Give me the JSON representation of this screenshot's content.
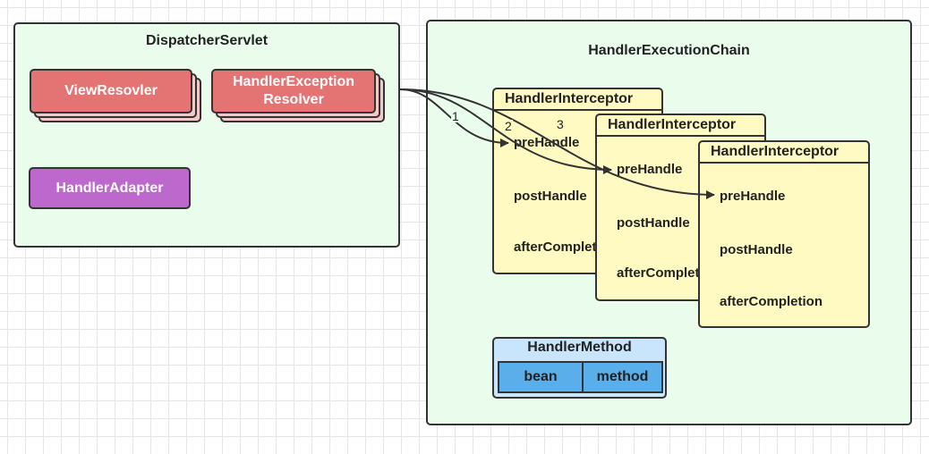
{
  "dispatcher": {
    "title": "DispatcherServlet",
    "view_resolver": "ViewResovler",
    "exception_resolver_line1": "HandlerException",
    "exception_resolver_line2": "Resolver",
    "handler_adapter": "HandlerAdapter"
  },
  "chain": {
    "title": "HandlerExecutionChain",
    "interceptors": [
      {
        "title": "HandlerInterceptor",
        "pre": "preHandle",
        "post": "postHandle",
        "after": "afterCompletion"
      },
      {
        "title": "HandlerInterceptor",
        "pre": "preHandle",
        "post": "postHandle",
        "after": "afterCompletion"
      },
      {
        "title": "HandlerInterceptor",
        "pre": "preHandle",
        "post": "postHandle",
        "after": "afterCompletion"
      }
    ],
    "handler_method": {
      "title": "HandlerMethod",
      "bean": "bean",
      "method": "method"
    }
  },
  "arrow_labels": [
    "1",
    "2",
    "3"
  ],
  "colors": {
    "container_fill": "#eafdec",
    "red": "#e47474",
    "purple": "#bd68cd",
    "interceptor_fill": "#fff9c2",
    "handler_method_fill": "#c9e5fb",
    "handler_method_cell": "#5aafeb"
  }
}
